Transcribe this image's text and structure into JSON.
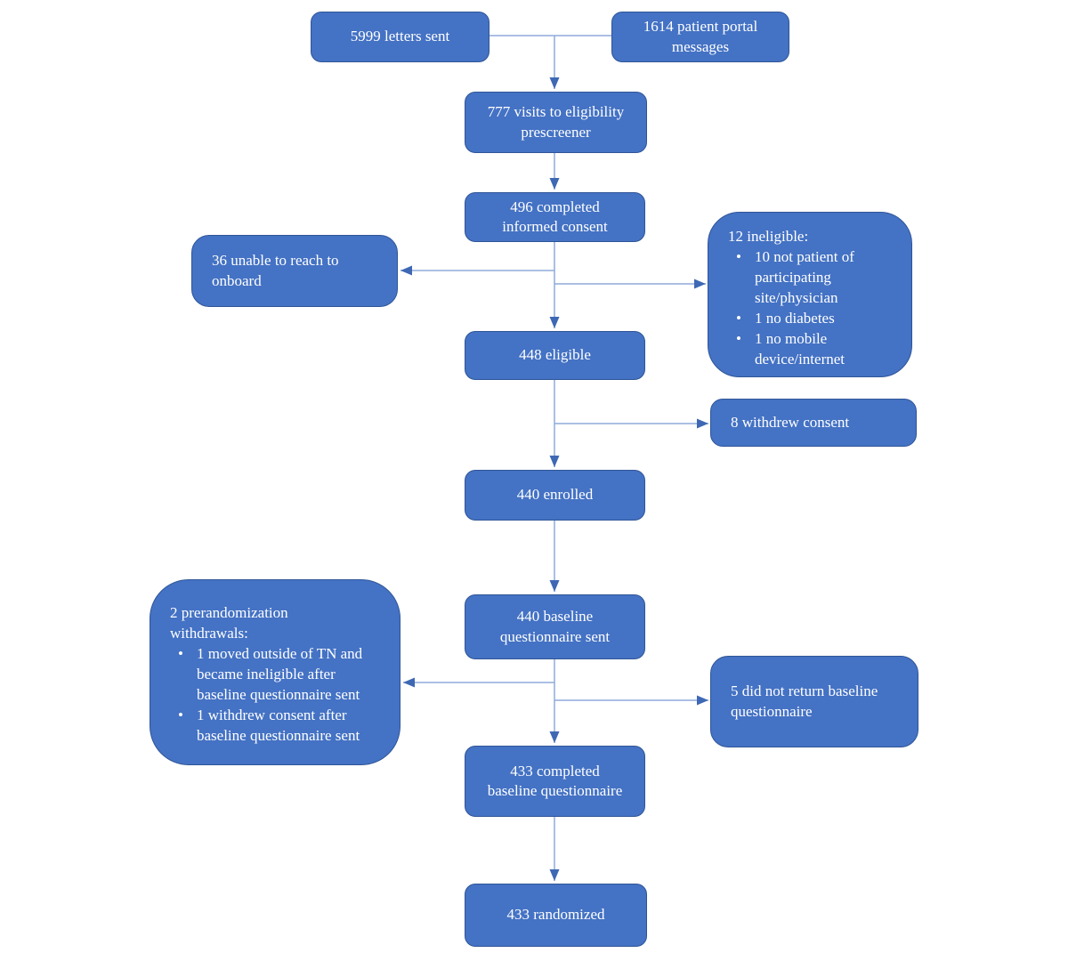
{
  "colors": {
    "box_fill": "#4472C4",
    "box_border": "#2F5597",
    "connector_line": "#8FAADC",
    "arrowhead": "#3E68B4",
    "text": "#FFFFFF",
    "background": "#FFFFFF"
  },
  "boxes": {
    "letters_sent": {
      "text": "5999 letters sent"
    },
    "portal_messages": {
      "text": "1614 patient portal\nmessages"
    },
    "prescreener_visits": {
      "text": "777 visits to eligibility\nprescreener"
    },
    "informed_consent": {
      "text": "496 completed\ninformed consent"
    },
    "unable_to_reach": {
      "text": "36 unable to reach to\nonboard"
    },
    "ineligible": {
      "heading": "12 ineligible:",
      "bullets": [
        "10 not patient of\nparticipating\nsite/physician",
        "1 no  diabetes",
        "1 no mobile\ndevice/internet"
      ]
    },
    "eligible": {
      "text": "448 eligible"
    },
    "withdrew_consent": {
      "text": "8 withdrew consent"
    },
    "enrolled": {
      "text": "440 enrolled"
    },
    "baseline_sent": {
      "text": "440 baseline\nquestionnaire sent"
    },
    "prerandomization_withdrawals": {
      "heading": "2 prerandomization\nwithdrawals:",
      "bullets": [
        "1 moved outside of TN and\nbecame ineligible after\nbaseline questionnaire sent",
        "1 withdrew consent after\nbaseline questionnaire sent"
      ]
    },
    "no_return_baseline": {
      "text": "5 did not return baseline\nquestionnaire"
    },
    "baseline_completed": {
      "text": "433  completed\nbaseline questionnaire"
    },
    "randomized": {
      "text": "433 randomized"
    }
  }
}
